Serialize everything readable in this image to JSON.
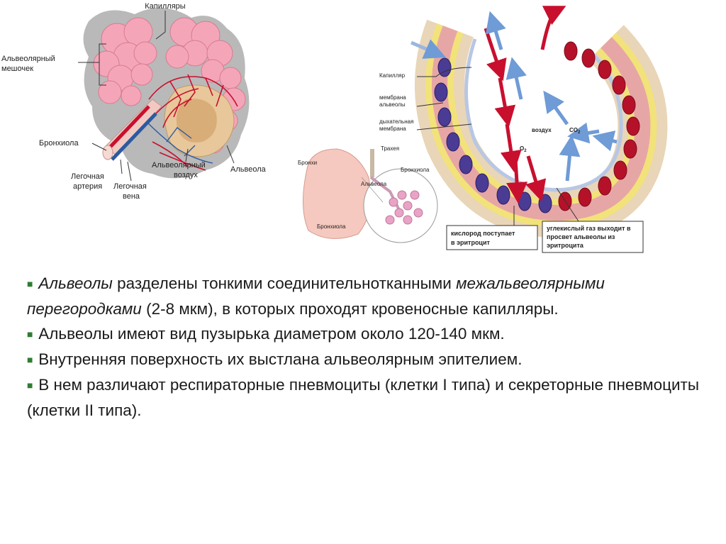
{
  "left_figure": {
    "labels": {
      "capillaries": "Капилляры",
      "sac_line1": "Альвеолярный",
      "sac_line2": "мешочек",
      "bronchiole": "Бронхиола",
      "artery_line1": "Легочная",
      "artery_line2": "артерия",
      "vein_line1": "Легочная",
      "vein_line2": "вена",
      "air_line1": "Альвеолярный",
      "air_line2": "воздух",
      "alveolus": "Альвеола"
    }
  },
  "right_figure": {
    "labels": {
      "capillary": "Капилляр",
      "membrane_line1": "мембрана",
      "membrane_line2": "альвеолы",
      "resp_line1": "дыхательная",
      "resp_line2": "мембрана",
      "air": "воздух",
      "o2": "O",
      "co2": "CO",
      "subscript_2": "2",
      "trachea": "Трахея",
      "bronchi": "Бронхи",
      "bronchi2": "Бронхиола",
      "alveola_small": "Альвеола",
      "bronchiole_small": "Бронхиола",
      "box1_line1": "кислород поступает",
      "box1_line2": "в эритроцит",
      "box2_line1": "углекислый газ выходит в",
      "box2_line2": "просвет альвеолы из",
      "box2_line3": "эритроцита"
    }
  },
  "paragraphs": {
    "p1_a": "Альвеолы",
    "p1_b": " разделены тонкими соединительнотканными ",
    "p1_c": "межальвеолярными перегородками",
    "p1_d": " (2-8 мкм), в которых проходят кровеносные капилляры.",
    "p2": "Альвеолы имеют вид пузырька диаметром около 120-140 мкм.",
    "p3": "Внутренняя поверхность их выстлана альвеолярным эпителием.",
    "p4": "В нем различают респираторные пневмоциты (клетки I типа) и секреторные пневмоциты (клетки II типа)."
  },
  "colors": {
    "bullet": "#2e7d32",
    "alveoli_pink": "#f4a6b8",
    "blood_red": "#c8102e",
    "vein_blue": "#2c5aa0",
    "membrane_yellow": "#f2e27a"
  }
}
